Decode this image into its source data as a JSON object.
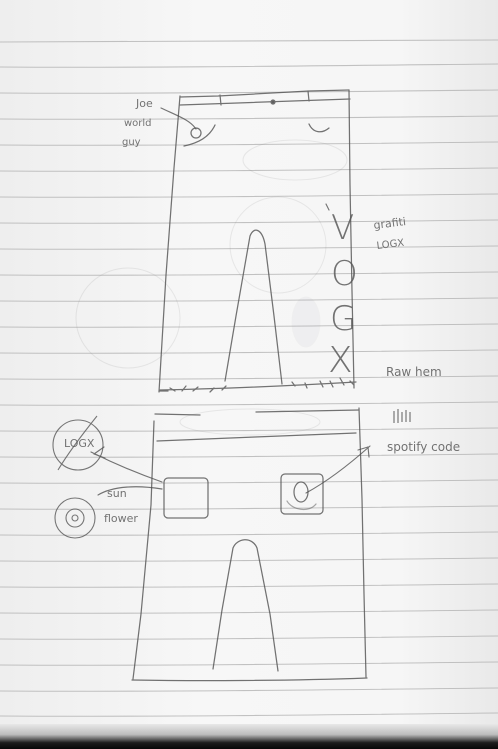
{
  "sketch": {
    "annotations": {
      "joe": "Joe",
      "world": "world",
      "guy": "guy",
      "grafiti": "grafiti",
      "logx_small": "LOGX",
      "raw_hem": "Raw hem",
      "spotify": "spotify code",
      "sun": "sun",
      "flower": "flower"
    },
    "vertical_text": {
      "v": "V",
      "o": "O",
      "g": "G",
      "x": "X"
    },
    "badge": {
      "label": "LOGX"
    },
    "colors": {
      "paper": "#f4f4f4",
      "rule_line": "#b7b7b7",
      "pencil": "#555555"
    }
  }
}
